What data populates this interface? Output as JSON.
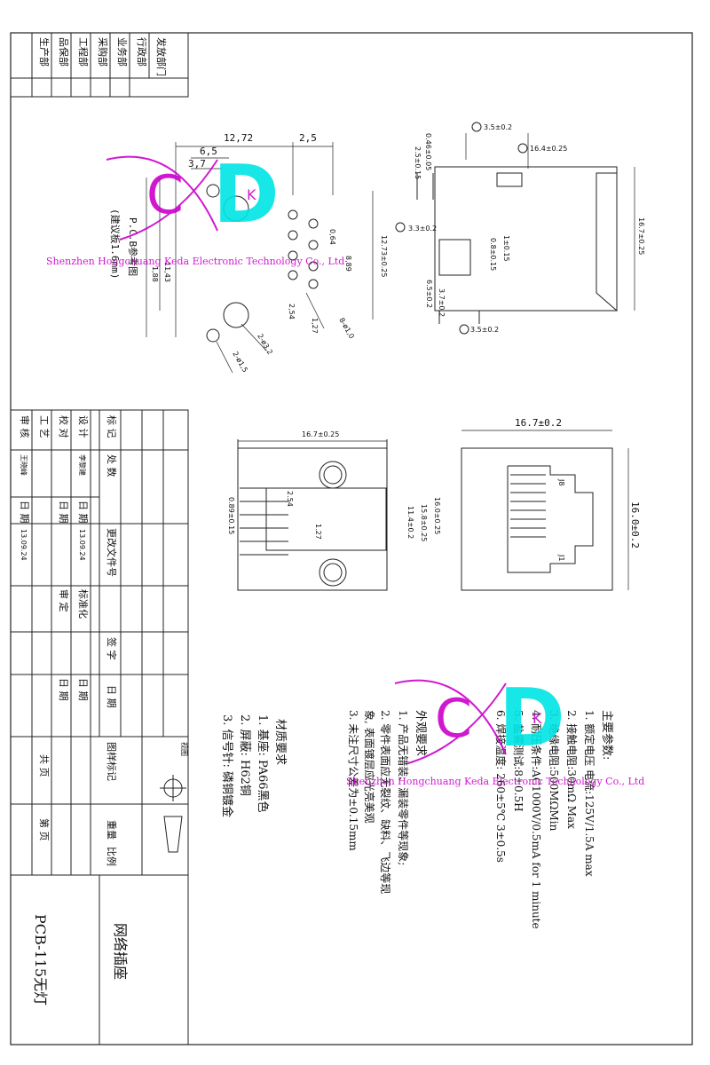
{
  "distribution_header": "发放部门",
  "departments": [
    "行政部",
    "业务部",
    "采购部",
    "工程部",
    "品保部",
    "生产部"
  ],
  "pcb": {
    "title": "P.C.B参考图",
    "subtitle": "(建议板1.6mm)",
    "dims": {
      "w1272": "12,72",
      "d25": "2,5",
      "d65": "6,5",
      "d37": "3,7",
      "d1143": "11,43",
      "d188": "1,88",
      "d064": "0,64",
      "d889": "8,89",
      "d254": "2,54",
      "d127": "1,27",
      "d8hole": "8-ø1,0",
      "d2hole32": "2-ø3,2",
      "d2hole15": "2-ø1,5"
    }
  },
  "side": {
    "d1": "3.5±0.2",
    "d2": "16.4±0.25",
    "d3": "0.46±0.05",
    "d4": "2.5±0.15",
    "d5": "3.3±0.2",
    "d6": "12.73±0.25",
    "d7": "1±0.15",
    "d8": "0.8±0.15",
    "d9": "3.7±0.2",
    "d10": "6.5±0.2",
    "d11": "3.5±0.2",
    "d12": "16.7±0.25"
  },
  "bottom": {
    "width": "16.7±0.25",
    "pin": "0.89±0.15",
    "d254": "2.54",
    "d127": "1.27",
    "d114": "11.4±0.2",
    "d158": "15.8±0.25",
    "d160": "16.0±0.25"
  },
  "front": {
    "width": "16.7±0.2",
    "height": "16.0±0.2",
    "label_j8": "J8",
    "label_j1": "J1"
  },
  "title_block": {
    "labels": [
      "标 记",
      "处 数",
      "更改文件号",
      "签 字",
      "日 期"
    ],
    "rows": [
      {
        "role": "设 计",
        "name": "李黎建",
        "date_lbl": "日 期",
        "date": "13.09.24",
        "col2": "标准化",
        "col3": "日 期"
      },
      {
        "role": "校 对",
        "name": "",
        "date_lbl": "日 期",
        "date": "",
        "col2": "审 定",
        "col3": "日 期"
      },
      {
        "role": "工 艺",
        "name": "",
        "date_lbl": "日 期",
        "date": "",
        "col2": "",
        "col3": ""
      },
      {
        "role": "审 核",
        "name": "王晓峰",
        "date_lbl": "日 期",
        "date": "13.09.24",
        "col2": "",
        "col3": ""
      }
    ],
    "sheet_total": "共 页",
    "sheet_num": "第 页",
    "sample_mark": "图样标记",
    "weight": "重量",
    "scale": "比例",
    "view_label": "视图",
    "part_name": "网络插座",
    "part_no": "PCB-115无灯"
  },
  "material": {
    "title": "材质要求",
    "items": [
      "1. 基座: PA66黑色",
      "2. 屏蔽: H62铜",
      "3. 信号针: 磷铜镀金"
    ]
  },
  "main_params": {
    "title": "主要参数:",
    "items": [
      "1. 额定电压 电流:125V/1.5A max",
      "2. 接触电阻:30mΩ Max",
      "3. 绝缘电阻:500MΩMin",
      "4. 耐压条件:AC1000V/0.5mA for 1 minute",
      "5. 盐雾测试:8±0.5H",
      "6. 焊接温度: 260±5℃ 3±0.5s"
    ]
  },
  "appearance": {
    "title": "外观要求",
    "items": [
      "1. 产品无错装、漏装零件等现象;",
      "2. 零件表面应无裂纹、缺料、飞边等现",
      "象, 表面镀层应光亮美观",
      "3. 未注尺寸公差为±0.15mm"
    ]
  },
  "watermark": {
    "letter_c": "C",
    "letter_d": "D",
    "letter_k": "K",
    "text": "Shenzhen Hongchuang Keda Electronic Technology Co., Ltd"
  }
}
